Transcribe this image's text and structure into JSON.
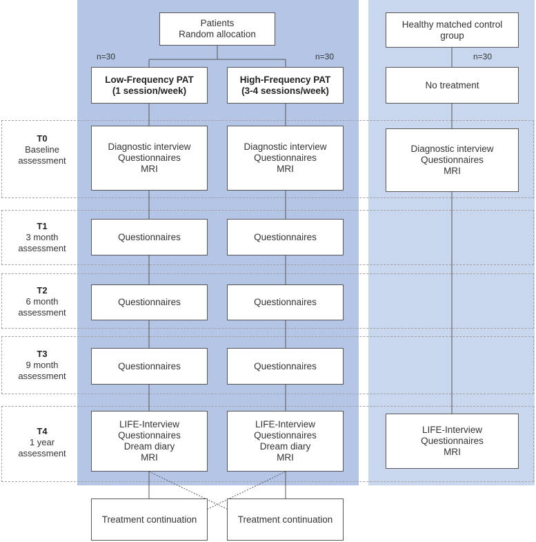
{
  "groups": {
    "patients": {
      "line1": "Patients",
      "line2": "Random allocation"
    },
    "control": {
      "line1": "Healthy matched control",
      "line2": "group"
    }
  },
  "n_labels": {
    "low": "n=30",
    "high": "n=30",
    "control": "n=30"
  },
  "arms": {
    "low": {
      "line1": "Low-Frequency PAT",
      "line2": "(1 session/week)"
    },
    "high": {
      "line1": "High-Frequency PAT",
      "line2": "(3-4 sessions/week)"
    },
    "control": {
      "label": "No treatment"
    }
  },
  "phases": [
    {
      "code": "T0",
      "line1": "Baseline",
      "line2": "assessment"
    },
    {
      "code": "T1",
      "line1": "3 month",
      "line2": "assessment"
    },
    {
      "code": "T2",
      "line1": "6 month",
      "line2": "assessment"
    },
    {
      "code": "T3",
      "line1": "9 month",
      "line2": "assessment"
    },
    {
      "code": "T4",
      "line1": "1 year",
      "line2": "assessment"
    }
  ],
  "t0": {
    "low": [
      "Diagnostic interview",
      "Questionnaires",
      "MRI"
    ],
    "high": [
      "Diagnostic interview",
      "Questionnaires",
      "MRI"
    ],
    "control": [
      "Diagnostic interview",
      "Questionnaires",
      "MRI"
    ]
  },
  "t1": {
    "low": "Questionnaires",
    "high": "Questionnaires"
  },
  "t2": {
    "low": "Questionnaires",
    "high": "Questionnaires"
  },
  "t3": {
    "low": "Questionnaires",
    "high": "Questionnaires"
  },
  "t4": {
    "low": [
      "LIFE-Interview",
      "Questionnaires",
      "Dream diary",
      "MRI"
    ],
    "high": [
      "LIFE-Interview",
      "Questionnaires",
      "Dream diary",
      "MRI"
    ],
    "control": [
      "LIFE-Interview",
      "Questionnaires",
      "MRI"
    ]
  },
  "continuation": {
    "low": "Treatment continuation",
    "high": "Treatment continuation"
  },
  "colors": {
    "patients_panel": "#b4c5e5",
    "control_panel": "#c8d6ee",
    "border": "#555555"
  }
}
